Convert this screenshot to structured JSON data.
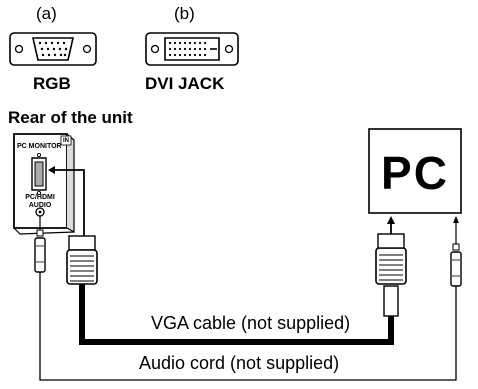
{
  "connectors": {
    "a": {
      "tag": "(a)",
      "name": "RGB"
    },
    "b": {
      "tag": "(b)",
      "name": "DVI JACK"
    }
  },
  "section_title": "Rear of the unit",
  "rear_panel": {
    "in_label": "IN",
    "pc_monitor_label": "PC MONITOR",
    "audio_label_line1": "PC/HDMI",
    "audio_label_line2": "AUDIO"
  },
  "pc_box": {
    "label": "PC"
  },
  "cables": {
    "vga": "VGA cable (not supplied)",
    "audio": "Audio cord (not supplied)"
  }
}
